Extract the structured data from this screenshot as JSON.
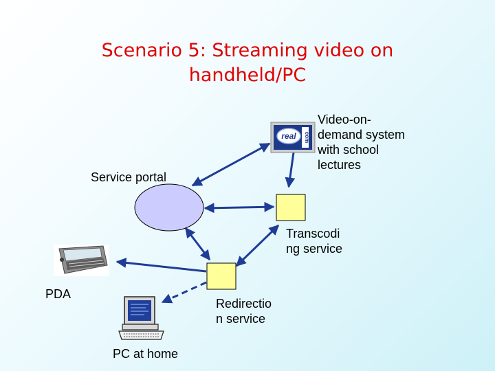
{
  "slide": {
    "title_line1": "Scenario 5: Streaming video on",
    "title_line2": "handheld/PC"
  },
  "labels": {
    "service_portal": "Service portal",
    "vod_line1": "Video-on-",
    "vod_line2": "demand system",
    "vod_line3": "with school",
    "vod_line4": "lectures",
    "transcoding_line1": "Transcodi",
    "transcoding_line2": "ng service",
    "redirection_line1": "Redirectio",
    "redirection_line2": "n service",
    "pda": "PDA",
    "pc": "PC at home"
  },
  "real_logo": {
    "top": "real",
    "side": "com"
  },
  "colors": {
    "title": "#e00000",
    "arrow": "#1f3c96",
    "portal_fill": "#ccccff",
    "node_fill": "#ffff99"
  }
}
